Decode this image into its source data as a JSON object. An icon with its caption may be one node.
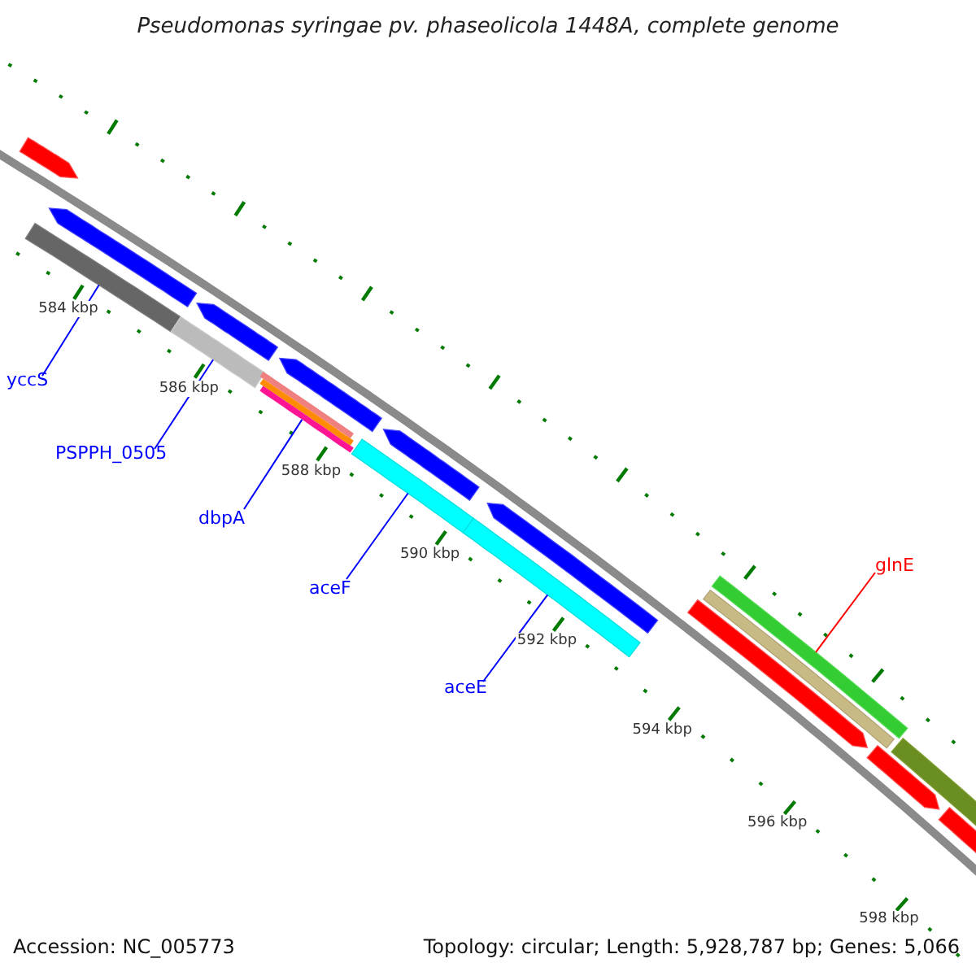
{
  "diagram": {
    "title": "Pseudomonas syringae pv. phaseolicola 1448A, complete genome",
    "nodes": [
      {
        "text": [
          "yccS"
        ]
      },
      {
        "text": [
          "PSPPH_0505"
        ]
      },
      {
        "text": [
          "dbpA"
        ]
      },
      {
        "text": [
          "aceF"
        ]
      },
      {
        "text": [
          "aceE"
        ]
      },
      {
        "text": [
          "glnE"
        ]
      },
      {
        "text": [],
        "shape": "bar"
      },
      {
        "text": [],
        "shape": "bar"
      },
      {
        "text": [],
        "shape": "bar"
      },
      {
        "text": [],
        "shape": "bar"
      },
      {
        "text": [],
        "shape": "bar"
      },
      {
        "text": [],
        "shape": "bar"
      }
    ],
    "edges": [
      {
        "from": 0,
        "to": 6,
        "arrow": "none"
      },
      {
        "from": 1,
        "to": 7,
        "arrow": "none"
      },
      {
        "from": 2,
        "to": 8,
        "arrow": "none"
      },
      {
        "from": 3,
        "to": 9,
        "arrow": "none"
      },
      {
        "from": 4,
        "to": 10,
        "arrow": "none"
      },
      {
        "from": 5,
        "to": 11,
        "arrow": "none",
        "color": "#ff0000"
      }
    ],
    "labels": [
      "584 kbp",
      "586 kbp",
      "588 kbp",
      "590 kbp",
      "592 kbp",
      "594 kbp",
      "596 kbp",
      "598 kbp",
      "Accession: NC_005773",
      "Topology: circular; Length: 5,928,787 bp; Genes: 5,066"
    ]
  }
}
